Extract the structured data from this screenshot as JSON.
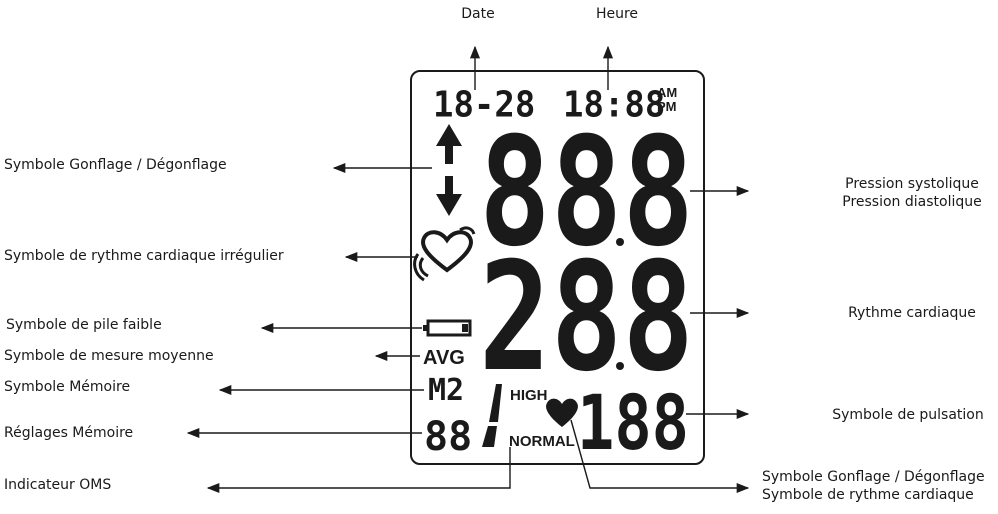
{
  "labels": {
    "date": "Date",
    "time": "Heure",
    "inflate_left": "Symbole Gonflage / Dégonflage",
    "irregular": "Symbole de rythme cardiaque irrégulier",
    "battery": "Symbole de pile faible",
    "average": "Symbole de mesure moyenne",
    "memory": "Symbole Mémoire",
    "memory_settings": "Réglages Mémoire",
    "who": "Indicateur OMS",
    "systolic": "Pression systolique",
    "diastolic": "Pression diastolique",
    "heart_rate": "Rythme cardiaque",
    "pulse": "Symbole de pulsation",
    "inflate_right": "Symbole Gonflage / Dégonflage",
    "heart_rhythm": "Symbole de rythme cardiaque"
  },
  "display": {
    "date_value": "18-28",
    "time_value": "18:88",
    "am": "AM",
    "pm": "PM",
    "avg": "AVG",
    "memory_value": "M2",
    "memory_settings_value": "88",
    "high": "HIGH",
    "normal": "NORMAL",
    "systolic_value": "888",
    "diastolic_value": "288",
    "pulse_value": "188"
  },
  "colors": {
    "ink": "#1a1a1a",
    "lcd_border": "#1a1a1a"
  }
}
